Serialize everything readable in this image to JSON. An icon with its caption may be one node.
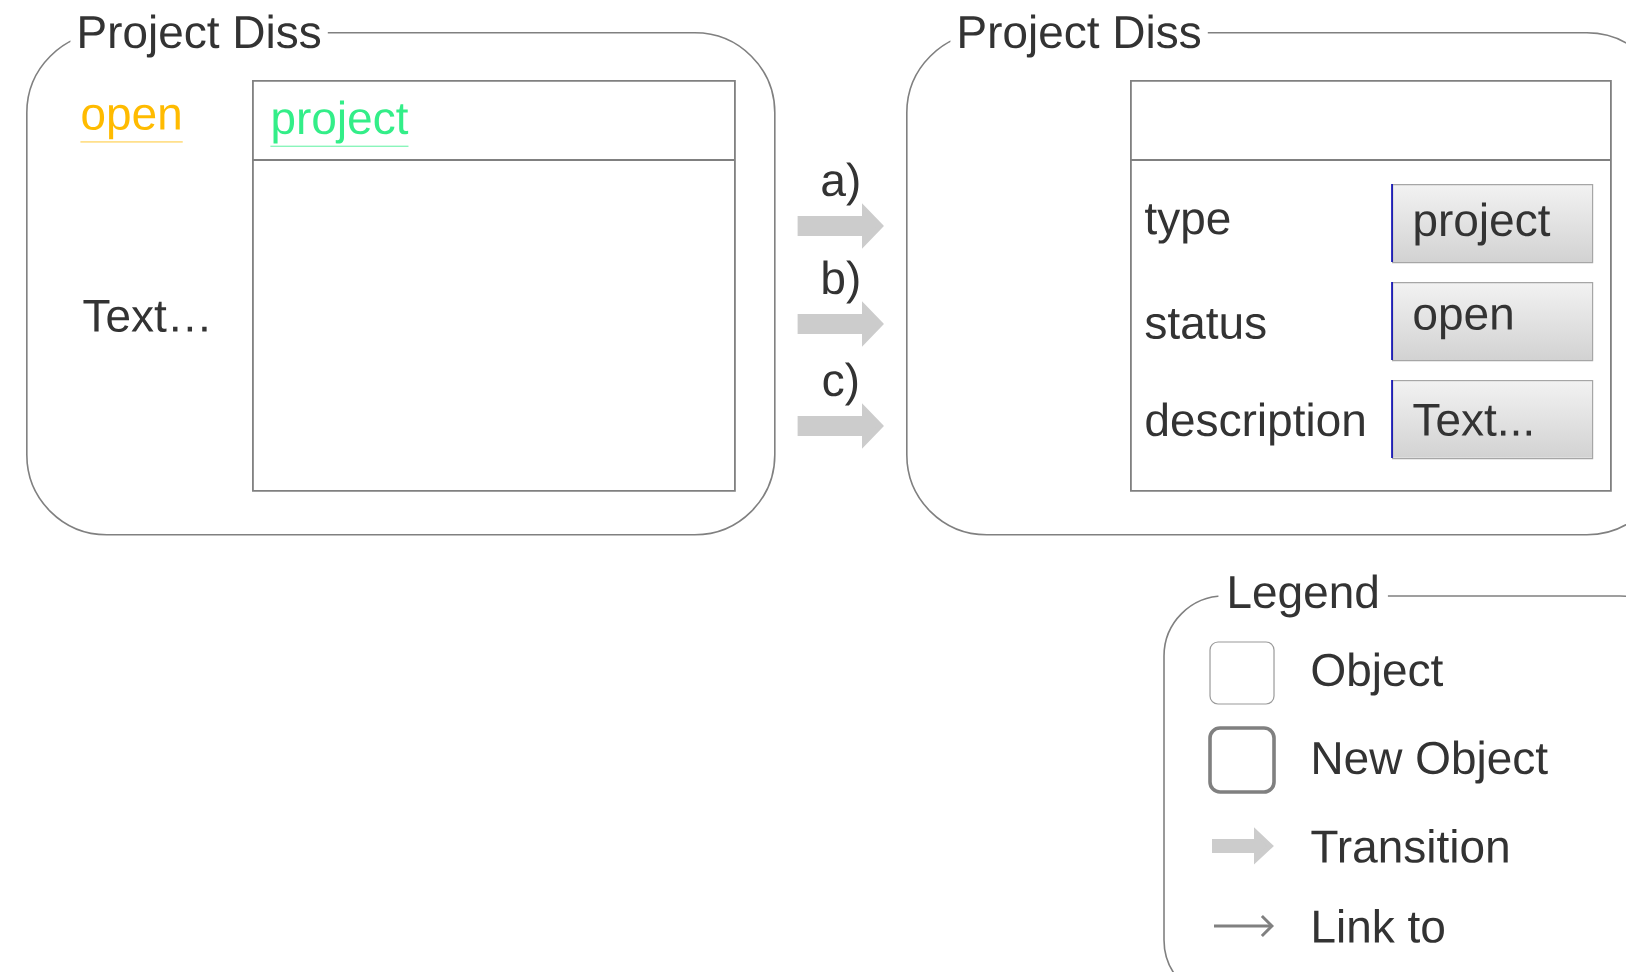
{
  "diagram": {
    "nodes": [
      {
        "text": [
          "Project Diss",
          "open",
          "Text…"
        ]
      },
      {
        "text": [
          "project"
        ],
        "in": 0
      },
      {
        "text": [
          "Project Diss"
        ]
      },
      {
        "text": [
          "type",
          "status",
          "description"
        ],
        "in": 2
      },
      {
        "text": [
          "project"
        ],
        "in": 3
      },
      {
        "text": [
          "open"
        ],
        "in": 3
      },
      {
        "text": [
          "Text..."
        ],
        "in": 3
      }
    ],
    "edges": [
      {
        "from": 0,
        "to": 2,
        "arrow": "to",
        "label": "a)"
      },
      {
        "from": 0,
        "to": 2,
        "arrow": "to",
        "label": "b)"
      },
      {
        "from": 0,
        "to": 2,
        "arrow": "to",
        "label": "c)"
      }
    ],
    "labels": [
      "Legend"
    ],
    "legend": [
      {
        "text": "Object"
      },
      {
        "text": "New Object"
      },
      {
        "text": "Transition"
      },
      {
        "text": "Link to"
      }
    ]
  }
}
